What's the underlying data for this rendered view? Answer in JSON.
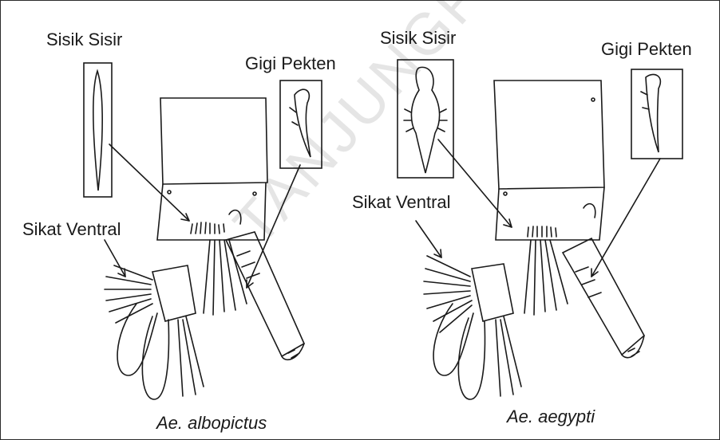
{
  "left_panel": {
    "comb_scale_label": "Sisik Sisir",
    "pecten_tooth_label": "Gigi Pekten",
    "ventral_brush_label": "Sikat Ventral",
    "species": "Ae. albopictus"
  },
  "right_panel": {
    "comb_scale_label": "Sisik Sisir",
    "pecten_tooth_label": "Gigi Pekten",
    "ventral_brush_label": "Sikat Ventral",
    "species": "Ae. aegypti"
  },
  "watermark": "TANJUNGPURA",
  "colors": {
    "ink": "#1a1a1a",
    "border": "#2a2a2a"
  }
}
